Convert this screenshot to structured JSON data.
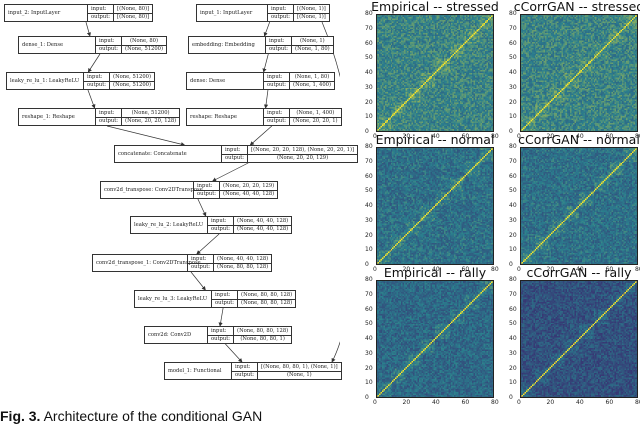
{
  "diagram": {
    "nodes": [
      {
        "id": "input_2",
        "name": "input_2: InputLayer",
        "in_label": "input:",
        "out_label": "output:",
        "input": "[(None, 80)]",
        "output": "[(None, 80)]"
      },
      {
        "id": "input_1",
        "name": "input_1: InputLayer",
        "in_label": "input:",
        "out_label": "output:",
        "input": "[(None, 1)]",
        "output": "[(None, 1)]"
      },
      {
        "id": "dense_1",
        "name": "dense_1: Dense",
        "in_label": "input:",
        "out_label": "output:",
        "input": "(None, 80)",
        "output": "(None, 51200)"
      },
      {
        "id": "embedding",
        "name": "embedding: Embedding",
        "in_label": "input:",
        "out_label": "output:",
        "input": "(None, 1)",
        "output": "(None, 1, 80)"
      },
      {
        "id": "leaky1",
        "name": "leaky_re_lu_1: LeakyReLU",
        "in_label": "input:",
        "out_label": "output:",
        "input": "(None, 51200)",
        "output": "(None, 51200)"
      },
      {
        "id": "dense",
        "name": "dense: Dense",
        "in_label": "input:",
        "out_label": "output:",
        "input": "(None, 1, 80)",
        "output": "(None, 1, 400)"
      },
      {
        "id": "reshape1",
        "name": "reshape_1: Reshape",
        "in_label": "input:",
        "out_label": "output:",
        "input": "(None, 51200)",
        "output": "(None, 20, 20, 128)"
      },
      {
        "id": "reshape",
        "name": "reshape: Reshape",
        "in_label": "input:",
        "out_label": "output:",
        "input": "(None, 1, 400)",
        "output": "(None, 20, 20, 1)"
      },
      {
        "id": "concat",
        "name": "concatenate: Concatenate",
        "in_label": "input:",
        "out_label": "output:",
        "input": "[(None, 20, 20, 128), (None, 20, 20, 1)]",
        "output": "(None, 20, 20, 129)"
      },
      {
        "id": "conv2dt",
        "name": "conv2d_transpose: Conv2DTranspose",
        "in_label": "input:",
        "out_label": "output:",
        "input": "(None, 20, 20, 129)",
        "output": "(None, 40, 40, 128)"
      },
      {
        "id": "leaky2",
        "name": "leaky_re_lu_2: LeakyReLU",
        "in_label": "input:",
        "out_label": "output:",
        "input": "(None, 40, 40, 128)",
        "output": "(None, 40, 40, 128)"
      },
      {
        "id": "conv2dt1",
        "name": "conv2d_transpose_1: Conv2DTranspose",
        "in_label": "input:",
        "out_label": "output:",
        "input": "(None, 40, 40, 128)",
        "output": "(None, 80, 80, 128)"
      },
      {
        "id": "leaky3",
        "name": "leaky_re_lu_3: LeakyReLU",
        "in_label": "input:",
        "out_label": "output:",
        "input": "(None, 80, 80, 128)",
        "output": "(None, 80, 80, 128)"
      },
      {
        "id": "conv2d",
        "name": "conv2d: Conv2D",
        "in_label": "input:",
        "out_label": "output:",
        "input": "(None, 80, 80, 128)",
        "output": "(None, 80, 80, 1)"
      },
      {
        "id": "model1",
        "name": "model_1: Functional",
        "in_label": "input:",
        "out_label": "output:",
        "input": "[(None, 80, 80, 1), (None, 1)]",
        "output": "(None, 1)"
      }
    ],
    "edges": [
      [
        "input_2",
        "dense_1"
      ],
      [
        "dense_1",
        "leaky1"
      ],
      [
        "leaky1",
        "reshape1"
      ],
      [
        "reshape1",
        "concat"
      ],
      [
        "input_1",
        "embedding"
      ],
      [
        "embedding",
        "dense"
      ],
      [
        "dense",
        "reshape"
      ],
      [
        "reshape",
        "concat"
      ],
      [
        "concat",
        "conv2dt"
      ],
      [
        "conv2dt",
        "leaky2"
      ],
      [
        "leaky2",
        "conv2dt1"
      ],
      [
        "conv2dt1",
        "leaky3"
      ],
      [
        "leaky3",
        "conv2d"
      ],
      [
        "conv2d",
        "model1"
      ],
      [
        "input_1",
        "model1"
      ]
    ]
  },
  "caption": {
    "label": "Fig. 3.",
    "text": "Architecture of the conditional GAN"
  },
  "panels": {
    "titles": [
      "Empirical -- stressed",
      "cCorrGAN -- stressed",
      "Empirical -- normal",
      "cCorrGAN -- normal",
      "Empirical -- rally",
      "cCorrGAN -- rally"
    ],
    "ticks": [
      "0",
      "10",
      "20",
      "30",
      "40",
      "50",
      "60",
      "70",
      "80"
    ],
    "xticks": [
      "0",
      "20",
      "40",
      "60",
      "80"
    ],
    "colormap": {
      "low": "#3b1f6b",
      "mid": "#2a7f8e",
      "high": "#fde725"
    },
    "diagonal_value": 1
  }
}
